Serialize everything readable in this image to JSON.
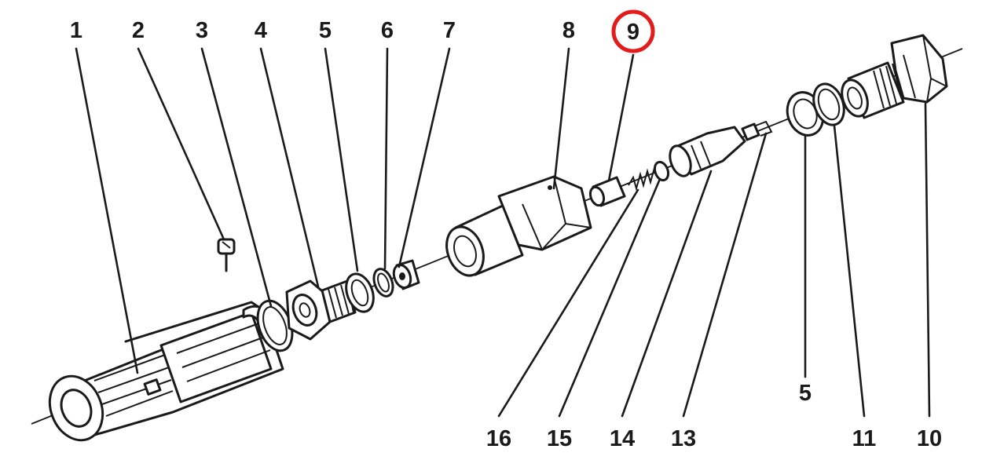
{
  "diagram": {
    "highlight_color": "#e21b1b",
    "top_labels": [
      "1",
      "2",
      "3",
      "4",
      "5",
      "6",
      "7",
      "8",
      "9"
    ],
    "bottom_labels": [
      "16",
      "15",
      "14",
      "13",
      "5",
      "11",
      "10"
    ],
    "highlighted_label": "9"
  }
}
